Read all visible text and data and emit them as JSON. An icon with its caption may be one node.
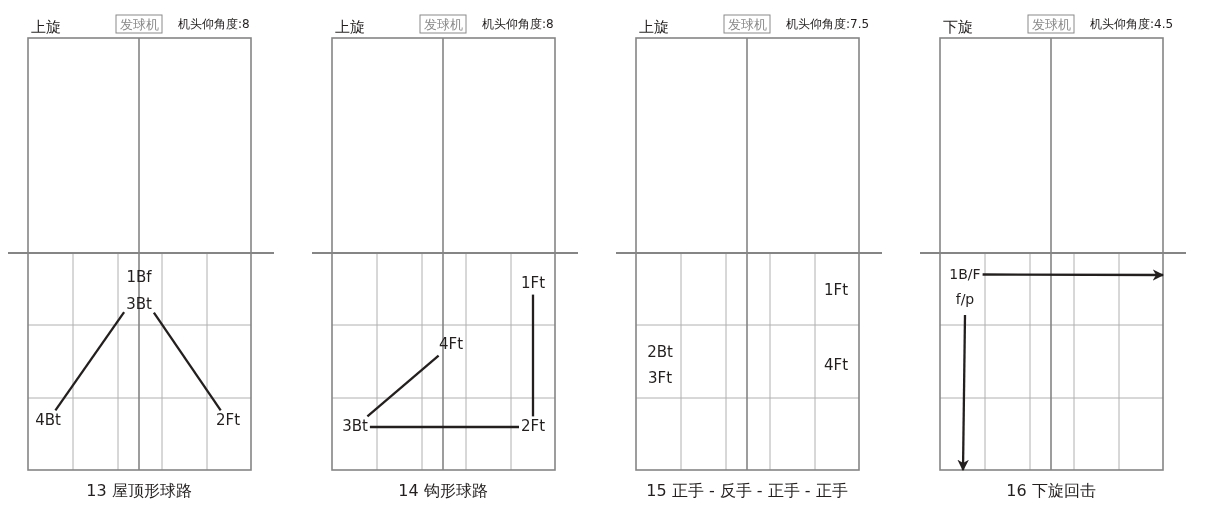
{
  "diagram": {
    "nodes": [
      {
        "text": [
          "发球机"
        ]
      },
      {
        "text": [
          "1Bf",
          "3Bt"
        ]
      },
      {
        "text": [
          "4Bt"
        ]
      },
      {
        "text": [
          "2Ft"
        ]
      },
      {
        "text": [
          "发球机"
        ]
      },
      {
        "text": [
          "1Ft"
        ]
      },
      {
        "text": [
          "4Ft"
        ]
      },
      {
        "text": [
          "3Bt"
        ]
      },
      {
        "text": [
          "2Ft"
        ]
      },
      {
        "text": [
          "发球机"
        ]
      },
      {
        "text": [
          "发球机"
        ]
      },
      {
        "text": [
          "1B/F",
          "f/p"
        ]
      }
    ],
    "edges": [
      {
        "from": 1,
        "to": 2,
        "arrow": "none"
      },
      {
        "from": 1,
        "to": 3,
        "arrow": "none"
      },
      {
        "from": 5,
        "to": 8,
        "arrow": "none"
      },
      {
        "from": 8,
        "to": 7,
        "arrow": "none"
      },
      {
        "from": 7,
        "to": 6,
        "arrow": "none"
      },
      {
        "from": 11,
        "to": null,
        "arrow": "to"
      },
      {
        "from": 11,
        "to": null,
        "arrow": "to"
      }
    ],
    "labels": [
      "上旋",
      "机头仰角度:8",
      "13 屋顶形球路",
      "上旋",
      "机头仰角度:8",
      "14 钩形球路",
      "上旋",
      "机头仰角度:7.5",
      "1Ft",
      "2Bt",
      "3Ft",
      "4Ft",
      "15 正手 - 反手 - 正手 - 正手",
      "下旋",
      "机头仰角度:4.5",
      "16 下旋回击"
    ]
  }
}
